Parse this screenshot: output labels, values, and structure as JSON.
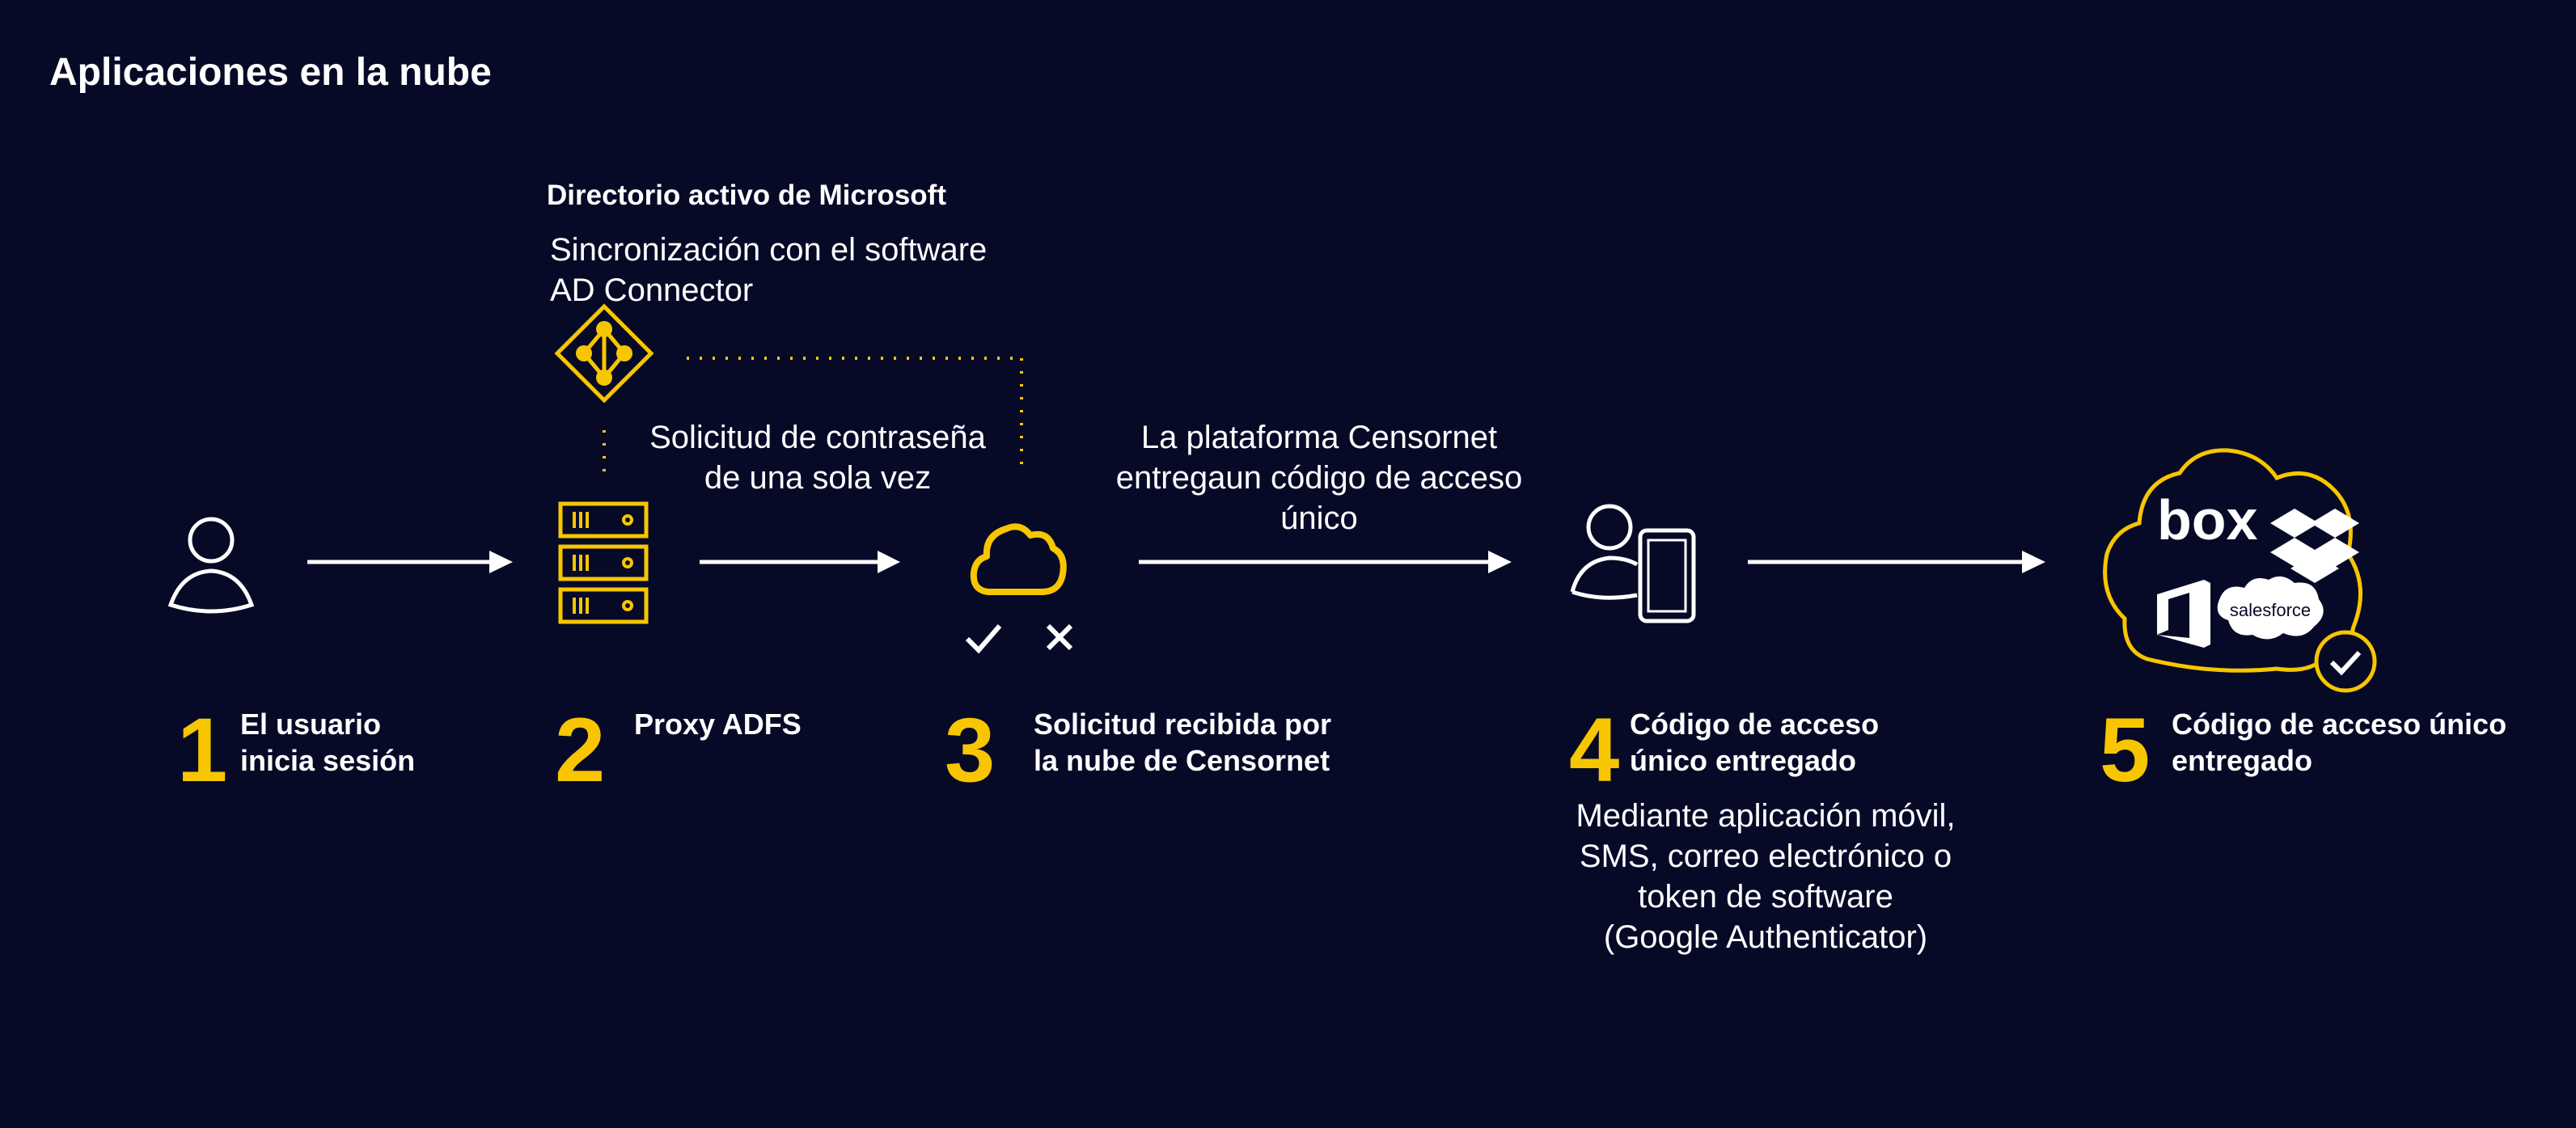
{
  "title": "Aplicaciones en la nube",
  "colors": {
    "background": "#070a27",
    "accent": "#f7c600",
    "text": "#ffffff"
  },
  "directory": {
    "heading": "Directorio activo de Microsoft",
    "sync_lines": [
      "Sincronización con el software",
      "AD Connector"
    ]
  },
  "otp_request": [
    "Solicitud de contraseña",
    "de una sola vez"
  ],
  "platform_delivery": [
    "La plataforma Censornet",
    "entregaun código de acceso",
    "único"
  ],
  "steps": [
    {
      "number": "1",
      "lines": [
        "El usuario",
        "inicia sesión"
      ]
    },
    {
      "number": "2",
      "lines": [
        "Proxy ADFS"
      ]
    },
    {
      "number": "3",
      "lines": [
        "Solicitud recibida por",
        "la nube de Censornet"
      ]
    },
    {
      "number": "4",
      "lines": [
        "Código de acceso",
        "único entregado"
      ]
    },
    {
      "number": "5",
      "lines": [
        "Código de acceso único",
        "entregado"
      ]
    }
  ],
  "delivery_methods": [
    "Mediante aplicación móvil,",
    "SMS, correo electrónico o",
    "token de software",
    "(Google Authenticator)"
  ],
  "apps": {
    "box": "box",
    "salesforce": "salesforce"
  }
}
